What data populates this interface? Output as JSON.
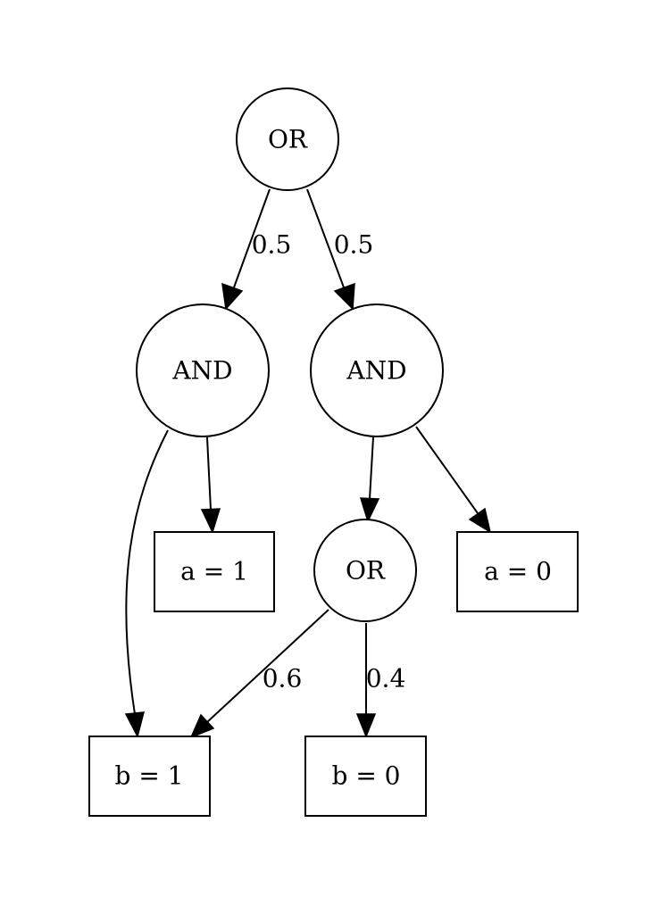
{
  "nodes": {
    "or_root": {
      "label": "OR",
      "shape": "circle"
    },
    "and_left": {
      "label": "AND",
      "shape": "circle"
    },
    "and_right": {
      "label": "AND",
      "shape": "circle"
    },
    "or_mid": {
      "label": "OR",
      "shape": "circle"
    },
    "a1": {
      "label": "a = 1",
      "shape": "box"
    },
    "a0": {
      "label": "a = 0",
      "shape": "box"
    },
    "b1": {
      "label": "b = 1",
      "shape": "box"
    },
    "b0": {
      "label": "b = 0",
      "shape": "box"
    }
  },
  "edges": [
    {
      "from": "or_root",
      "to": "and_left",
      "label": "0.5"
    },
    {
      "from": "or_root",
      "to": "and_right",
      "label": "0.5"
    },
    {
      "from": "and_left",
      "to": "a1",
      "label": ""
    },
    {
      "from": "and_left",
      "to": "b1",
      "label": ""
    },
    {
      "from": "and_right",
      "to": "or_mid",
      "label": ""
    },
    {
      "from": "and_right",
      "to": "a0",
      "label": ""
    },
    {
      "from": "or_mid",
      "to": "b1",
      "label": "0.6"
    },
    {
      "from": "or_mid",
      "to": "b0",
      "label": "0.4"
    }
  ],
  "colors": {
    "stroke": "#000000",
    "background": "#ffffff"
  }
}
